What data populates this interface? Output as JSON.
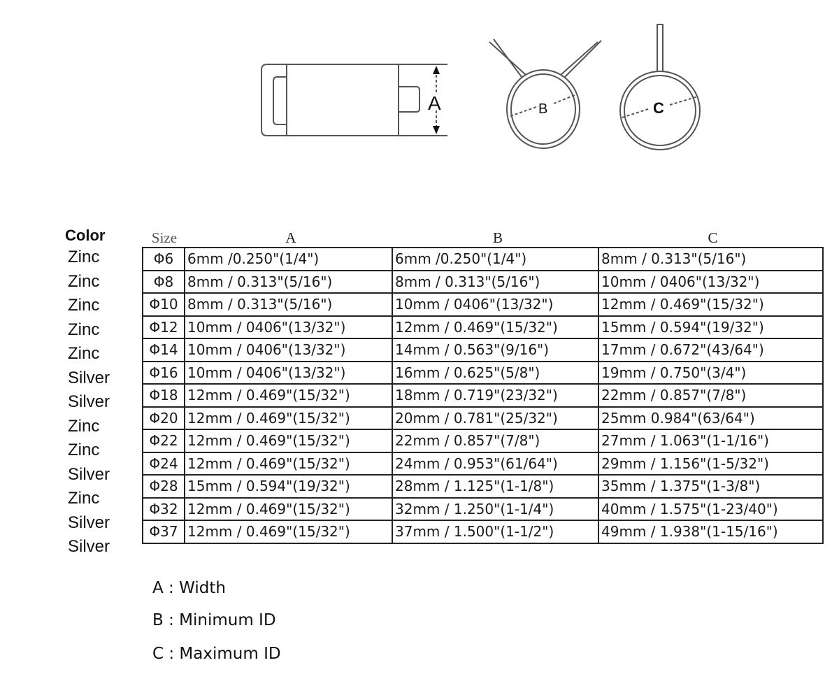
{
  "diagram": {
    "label_a": "A",
    "label_b": "B",
    "label_c": "C"
  },
  "table": {
    "color_header": "Color",
    "headers": {
      "size": "Size",
      "a": "A",
      "b": "B",
      "c": "C"
    },
    "rows": [
      {
        "color": "Zinc",
        "size": "Φ6",
        "a": "6mm /0.250\"(1/4\")",
        "b": "6mm /0.250\"(1/4\")",
        "c": "8mm / 0.313\"(5/16\")"
      },
      {
        "color": "Zinc",
        "size": "Φ8",
        "a": "8mm / 0.313\"(5/16\")",
        "b": "8mm / 0.313\"(5/16\")",
        "c": "10mm / 0406\"(13/32\")"
      },
      {
        "color": "Zinc",
        "size": "Φ10",
        "a": "8mm / 0.313\"(5/16\")",
        "b": "10mm / 0406\"(13/32\")",
        "c": "12mm / 0.469\"(15/32\")"
      },
      {
        "color": "Zinc",
        "size": "Φ12",
        "a": "10mm / 0406\"(13/32\")",
        "b": "12mm / 0.469\"(15/32\")",
        "c": "15mm / 0.594\"(19/32\")"
      },
      {
        "color": "Zinc",
        "size": "Φ14",
        "a": "10mm / 0406\"(13/32\")",
        "b": "14mm / 0.563\"(9/16\")",
        "c": "17mm / 0.672\"(43/64\")"
      },
      {
        "color": "Silver",
        "size": "Φ16",
        "a": "10mm / 0406\"(13/32\")",
        "b": "16mm / 0.625\"(5/8\")",
        "c": "19mm / 0.750\"(3/4\")"
      },
      {
        "color": "Silver",
        "size": "Φ18",
        "a": "12mm / 0.469\"(15/32\")",
        "b": "18mm / 0.719\"(23/32\")",
        "c": "22mm / 0.857\"(7/8\")"
      },
      {
        "color": "Zinc",
        "size": "Φ20",
        "a": "12mm / 0.469\"(15/32\")",
        "b": "20mm / 0.781\"(25/32\")",
        "c": "25mm 0.984\"(63/64\")"
      },
      {
        "color": "Zinc",
        "size": "Φ22",
        "a": "12mm / 0.469\"(15/32\")",
        "b": "22mm / 0.857\"(7/8\")",
        "c": "27mm / 1.063\"(1-1/16\")"
      },
      {
        "color": "Silver",
        "size": "Φ24",
        "a": "12mm / 0.469\"(15/32\")",
        "b": "24mm / 0.953\"(61/64\")",
        "c": "29mm / 1.156\"(1-5/32\")"
      },
      {
        "color": "Zinc",
        "size": "Φ28",
        "a": "15mm / 0.594\"(19/32\")",
        "b": "28mm / 1.125\"(1-1/8\")",
        "c": "35mm / 1.375\"(1-3/8\")"
      },
      {
        "color": "Silver",
        "size": "Φ32",
        "a": "12mm / 0.469\"(15/32\")",
        "b": "32mm / 1.250\"(1-1/4\")",
        "c": "40mm / 1.575\"(1-23/40\")"
      },
      {
        "color": "Silver",
        "size": "Φ37",
        "a": "12mm / 0.469\"(15/32\")",
        "b": "37mm / 1.500\"(1-1/2\")",
        "c": "49mm / 1.938\"(1-15/16\")"
      }
    ]
  },
  "legend": [
    "A : Width",
    "B : Minimum ID",
    "C : Maximum ID"
  ]
}
